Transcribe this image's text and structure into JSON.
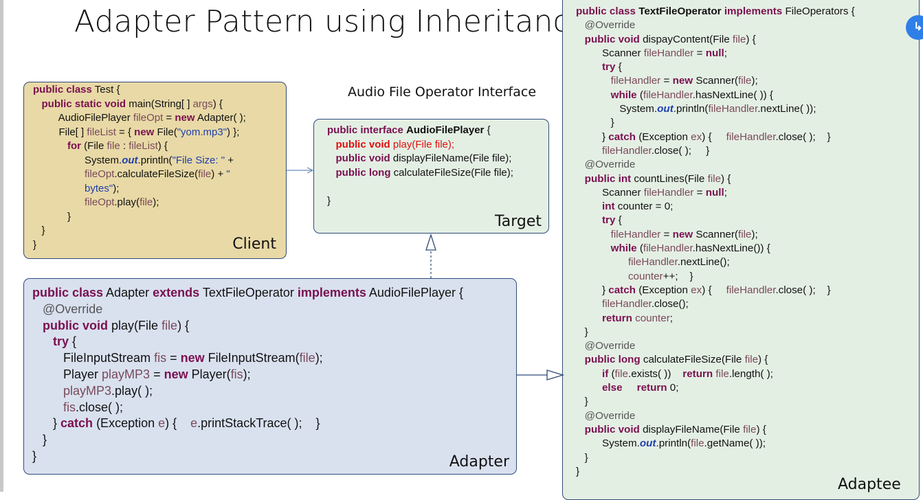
{
  "title": "Adapter Pattern using Inheritance",
  "caption": "Audio File Operator Interface",
  "labels": {
    "client": "Client",
    "target": "Target",
    "adapter": "Adapter",
    "adaptee": "Adaptee"
  },
  "app_icon": "↳",
  "colors": {
    "client_bg": "#e8d9a6",
    "target_bg": "#e4efe4",
    "adapter_bg": "#d9e1ef",
    "adaptee_bg": "#e4efe4",
    "border": "#2f4a7a",
    "keyword": "#7a1050",
    "string": "#1f3fae",
    "highlight": "#e01010"
  },
  "client_code": [
    [
      [
        "public class",
        "k"
      ],
      [
        " Test {",
        ""
      ]
    ],
    [
      [
        "   ",
        ""
      ],
      [
        "public static void",
        "k"
      ],
      [
        " main(String[ ] ",
        ""
      ],
      [
        "args",
        "v"
      ],
      [
        ") {",
        ""
      ]
    ],
    [
      [
        "         AudioFilePlayer ",
        ""
      ],
      [
        "fileOpt",
        "v"
      ],
      [
        " = ",
        ""
      ],
      [
        "new",
        "k"
      ],
      [
        " Adapter( );",
        ""
      ]
    ],
    [
      [
        "         File[ ] ",
        ""
      ],
      [
        "fileList",
        "v"
      ],
      [
        " = { ",
        ""
      ],
      [
        "new",
        "k"
      ],
      [
        " File(",
        ""
      ],
      [
        "\"yom.mp3\"",
        "s"
      ],
      [
        ") };",
        ""
      ]
    ],
    [
      [
        "            ",
        ""
      ],
      [
        "for",
        "k"
      ],
      [
        " (File ",
        ""
      ],
      [
        "file",
        "v"
      ],
      [
        " : ",
        ""
      ],
      [
        "fileList",
        "v"
      ],
      [
        ") {",
        ""
      ]
    ],
    [
      [
        "                  System.",
        ""
      ],
      [
        "out",
        "o"
      ],
      [
        ".println(",
        ""
      ],
      [
        "\"File Size: \"",
        "s"
      ],
      [
        " +",
        ""
      ]
    ],
    [
      [
        "                  ",
        ""
      ],
      [
        "fileOpt",
        "v"
      ],
      [
        ".calculateFileSize(",
        ""
      ],
      [
        "file",
        "v"
      ],
      [
        ") + ",
        ""
      ],
      [
        "\"",
        "s"
      ]
    ],
    [
      [
        "                  ",
        ""
      ],
      [
        "bytes\"",
        "s"
      ],
      [
        ");",
        ""
      ]
    ],
    [
      [
        "                  ",
        ""
      ],
      [
        "fileOpt",
        "v"
      ],
      [
        ".play(",
        ""
      ],
      [
        "file",
        "v"
      ],
      [
        ");",
        ""
      ]
    ],
    [
      [
        "            }",
        ""
      ]
    ],
    [
      [
        "   }",
        ""
      ]
    ],
    [
      [
        "}",
        ""
      ]
    ]
  ],
  "target_code": [
    [
      [
        "public interface",
        "k"
      ],
      [
        " ",
        ""
      ],
      [
        "AudioFilePlayer",
        "b"
      ],
      [
        " {",
        ""
      ]
    ],
    [
      [
        "   ",
        ""
      ],
      [
        "public void",
        "r"
      ],
      [
        " play(File file);",
        "r"
      ]
    ],
    [
      [
        "   ",
        ""
      ],
      [
        "public void",
        "k"
      ],
      [
        " displayFileName(File file);",
        ""
      ]
    ],
    [
      [
        "   ",
        ""
      ],
      [
        "public long",
        "k"
      ],
      [
        " calculateFileSize(File file);",
        ""
      ]
    ],
    [
      [
        "",
        ""
      ]
    ],
    [
      [
        "}",
        ""
      ]
    ]
  ],
  "adapter_code": [
    [
      [
        "public class",
        "k"
      ],
      [
        " Adapter ",
        ""
      ],
      [
        "extends",
        "k"
      ],
      [
        " TextFileOperator ",
        ""
      ],
      [
        "implements",
        "k"
      ],
      [
        " AudioFilePlayer {",
        ""
      ]
    ],
    [
      [
        "   ",
        ""
      ],
      [
        "@Override",
        "a"
      ]
    ],
    [
      [
        "   ",
        ""
      ],
      [
        "public void",
        "k"
      ],
      [
        " play(File ",
        ""
      ],
      [
        "file",
        "v"
      ],
      [
        ") {",
        ""
      ]
    ],
    [
      [
        "      ",
        ""
      ],
      [
        "try",
        "k"
      ],
      [
        " {",
        ""
      ]
    ],
    [
      [
        "         FileInputStream ",
        ""
      ],
      [
        "fis",
        "v"
      ],
      [
        " = ",
        ""
      ],
      [
        "new",
        "k"
      ],
      [
        " FileInputStream(",
        ""
      ],
      [
        "file",
        "v"
      ],
      [
        ");",
        ""
      ]
    ],
    [
      [
        "         Player ",
        ""
      ],
      [
        "playMP3",
        "v"
      ],
      [
        " = ",
        ""
      ],
      [
        "new",
        "k"
      ],
      [
        " Player(",
        ""
      ],
      [
        "fis",
        "v"
      ],
      [
        ");",
        ""
      ]
    ],
    [
      [
        "         ",
        ""
      ],
      [
        "playMP3",
        "v"
      ],
      [
        ".play( );",
        ""
      ]
    ],
    [
      [
        "         ",
        ""
      ],
      [
        "fis",
        "v"
      ],
      [
        ".close( );",
        ""
      ]
    ],
    [
      [
        "      } ",
        ""
      ],
      [
        "catch",
        "k"
      ],
      [
        " (Exception ",
        ""
      ],
      [
        "e",
        "v"
      ],
      [
        ") {    ",
        ""
      ],
      [
        "e",
        "v"
      ],
      [
        ".printStackTrace( );    }",
        ""
      ]
    ],
    [
      [
        "   }",
        ""
      ]
    ],
    [
      [
        "}",
        ""
      ]
    ]
  ],
  "adaptee_code": [
    [
      [
        "public class",
        "k"
      ],
      [
        " ",
        ""
      ],
      [
        "TextFileOperator",
        "b"
      ],
      [
        " ",
        ""
      ],
      [
        "implements",
        "k"
      ],
      [
        " FileOperators {",
        ""
      ]
    ],
    [
      [
        "   ",
        ""
      ],
      [
        "@Override",
        "a"
      ]
    ],
    [
      [
        "   ",
        ""
      ],
      [
        "public void",
        "k"
      ],
      [
        " dispayContent(File ",
        ""
      ],
      [
        "file",
        "v"
      ],
      [
        ") {",
        ""
      ]
    ],
    [
      [
        "         Scanner ",
        ""
      ],
      [
        "fileHandler",
        "v"
      ],
      [
        " = ",
        ""
      ],
      [
        "null",
        "k"
      ],
      [
        ";",
        ""
      ]
    ],
    [
      [
        "         ",
        ""
      ],
      [
        "try",
        "k"
      ],
      [
        " {",
        ""
      ]
    ],
    [
      [
        "            ",
        ""
      ],
      [
        "fileHandler",
        "v"
      ],
      [
        " = ",
        ""
      ],
      [
        "new",
        "k"
      ],
      [
        " Scanner(",
        ""
      ],
      [
        "file",
        "v"
      ],
      [
        ");",
        ""
      ]
    ],
    [
      [
        "            ",
        ""
      ],
      [
        "while",
        "k"
      ],
      [
        " (",
        ""
      ],
      [
        "fileHandler",
        "v"
      ],
      [
        ".hasNextLine( )) {",
        ""
      ]
    ],
    [
      [
        "               System.",
        ""
      ],
      [
        "out",
        "o"
      ],
      [
        ".println(",
        ""
      ],
      [
        "fileHandler",
        "v"
      ],
      [
        ".nextLine( ));",
        ""
      ]
    ],
    [
      [
        "            }",
        ""
      ]
    ],
    [
      [
        "         } ",
        ""
      ],
      [
        "catch",
        "k"
      ],
      [
        " (Exception ",
        ""
      ],
      [
        "ex",
        "v"
      ],
      [
        ") {     ",
        ""
      ],
      [
        "fileHandler",
        "v"
      ],
      [
        ".close( );    }",
        ""
      ]
    ],
    [
      [
        "         ",
        ""
      ],
      [
        "fileHandler",
        "v"
      ],
      [
        ".close( );     }",
        ""
      ]
    ],
    [
      [
        "   ",
        ""
      ],
      [
        "@Override",
        "a"
      ]
    ],
    [
      [
        "   ",
        ""
      ],
      [
        "public int",
        "k"
      ],
      [
        " countLines(File ",
        ""
      ],
      [
        "file",
        "v"
      ],
      [
        ") {",
        ""
      ]
    ],
    [
      [
        "         Scanner ",
        ""
      ],
      [
        "fileHandler",
        "v"
      ],
      [
        " = ",
        ""
      ],
      [
        "null",
        "k"
      ],
      [
        ";",
        ""
      ]
    ],
    [
      [
        "         ",
        ""
      ],
      [
        "int",
        "k"
      ],
      [
        " counter = 0;",
        ""
      ]
    ],
    [
      [
        "         ",
        ""
      ],
      [
        "try",
        "k"
      ],
      [
        " {",
        ""
      ]
    ],
    [
      [
        "            ",
        ""
      ],
      [
        "fileHandler",
        "v"
      ],
      [
        " = ",
        ""
      ],
      [
        "new",
        "k"
      ],
      [
        " Scanner(",
        ""
      ],
      [
        "file",
        "v"
      ],
      [
        ");",
        ""
      ]
    ],
    [
      [
        "            ",
        ""
      ],
      [
        "while",
        "k"
      ],
      [
        " (",
        ""
      ],
      [
        "fileHandler",
        "v"
      ],
      [
        ".hasNextLine()) {",
        ""
      ]
    ],
    [
      [
        "                  ",
        ""
      ],
      [
        "fileHandler",
        "v"
      ],
      [
        ".nextLine();",
        ""
      ]
    ],
    [
      [
        "                  ",
        ""
      ],
      [
        "counter",
        "v"
      ],
      [
        "++;    }",
        ""
      ]
    ],
    [
      [
        "         } ",
        ""
      ],
      [
        "catch",
        "k"
      ],
      [
        " (Exception ",
        ""
      ],
      [
        "ex",
        "v"
      ],
      [
        ") {     ",
        ""
      ],
      [
        "fileHandler",
        "v"
      ],
      [
        ".close( );    }",
        ""
      ]
    ],
    [
      [
        "         ",
        ""
      ],
      [
        "fileHandler",
        "v"
      ],
      [
        ".close();",
        ""
      ]
    ],
    [
      [
        "         ",
        ""
      ],
      [
        "return",
        "k"
      ],
      [
        " ",
        ""
      ],
      [
        "counter",
        "v"
      ],
      [
        ";",
        ""
      ]
    ],
    [
      [
        "   }",
        ""
      ]
    ],
    [
      [
        "   ",
        ""
      ],
      [
        "@Override",
        "a"
      ]
    ],
    [
      [
        "   ",
        ""
      ],
      [
        "public long",
        "k"
      ],
      [
        " calculateFileSize(File ",
        ""
      ],
      [
        "file",
        "v"
      ],
      [
        ") {",
        ""
      ]
    ],
    [
      [
        "         ",
        ""
      ],
      [
        "if",
        "k"
      ],
      [
        " (",
        ""
      ],
      [
        "file",
        "v"
      ],
      [
        ".exists( ))    ",
        ""
      ],
      [
        "return",
        "k"
      ],
      [
        " ",
        ""
      ],
      [
        "file",
        "v"
      ],
      [
        ".length( );",
        ""
      ]
    ],
    [
      [
        "         ",
        ""
      ],
      [
        "else",
        "k"
      ],
      [
        "     ",
        ""
      ],
      [
        "return",
        "k"
      ],
      [
        " 0;",
        ""
      ]
    ],
    [
      [
        "   }",
        ""
      ]
    ],
    [
      [
        "   ",
        ""
      ],
      [
        "@Override",
        "a"
      ]
    ],
    [
      [
        "   ",
        ""
      ],
      [
        "public void",
        "k"
      ],
      [
        " displayFileName(File ",
        ""
      ],
      [
        "file",
        "v"
      ],
      [
        ") {",
        ""
      ]
    ],
    [
      [
        "         System.",
        ""
      ],
      [
        "out",
        "o"
      ],
      [
        ".println(",
        ""
      ],
      [
        "file",
        "v"
      ],
      [
        ".getName( ));",
        ""
      ]
    ],
    [
      [
        "   }",
        ""
      ]
    ],
    [
      [
        "}",
        ""
      ]
    ]
  ]
}
